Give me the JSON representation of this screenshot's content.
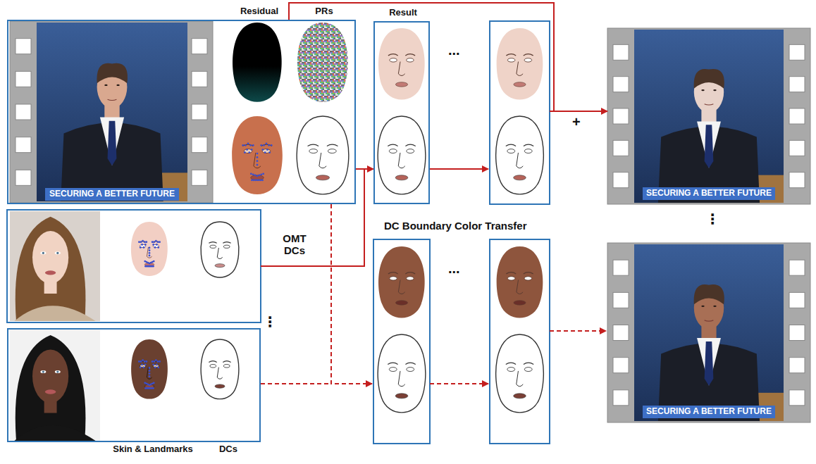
{
  "diagram": {
    "nodes": [
      {
        "text": [
          "Residual",
          "PRs"
        ]
      },
      {
        "text": [
          "SECURING A BETTER FUTURE"
        ],
        "in": 0
      },
      {
        "text": [
          "Result"
        ]
      },
      {
        "text": [
          "SECURING A BETTER FUTURE"
        ]
      },
      {
        "text": [
          "Skin & Landmarks",
          "DCs"
        ]
      },
      {
        "text": [
          "SECURING A BETTER FUTURE"
        ]
      }
    ],
    "edges": [
      {
        "from": 0,
        "to": 2,
        "arrow": "to"
      },
      {
        "from": 0,
        "to": 3,
        "arrow": "to",
        "label": "+"
      }
    ],
    "labels": [
      "...",
      "OMT DCs",
      "DC Boundary Color Transfer",
      "...",
      "⋮",
      "⋮"
    ]
  }
}
